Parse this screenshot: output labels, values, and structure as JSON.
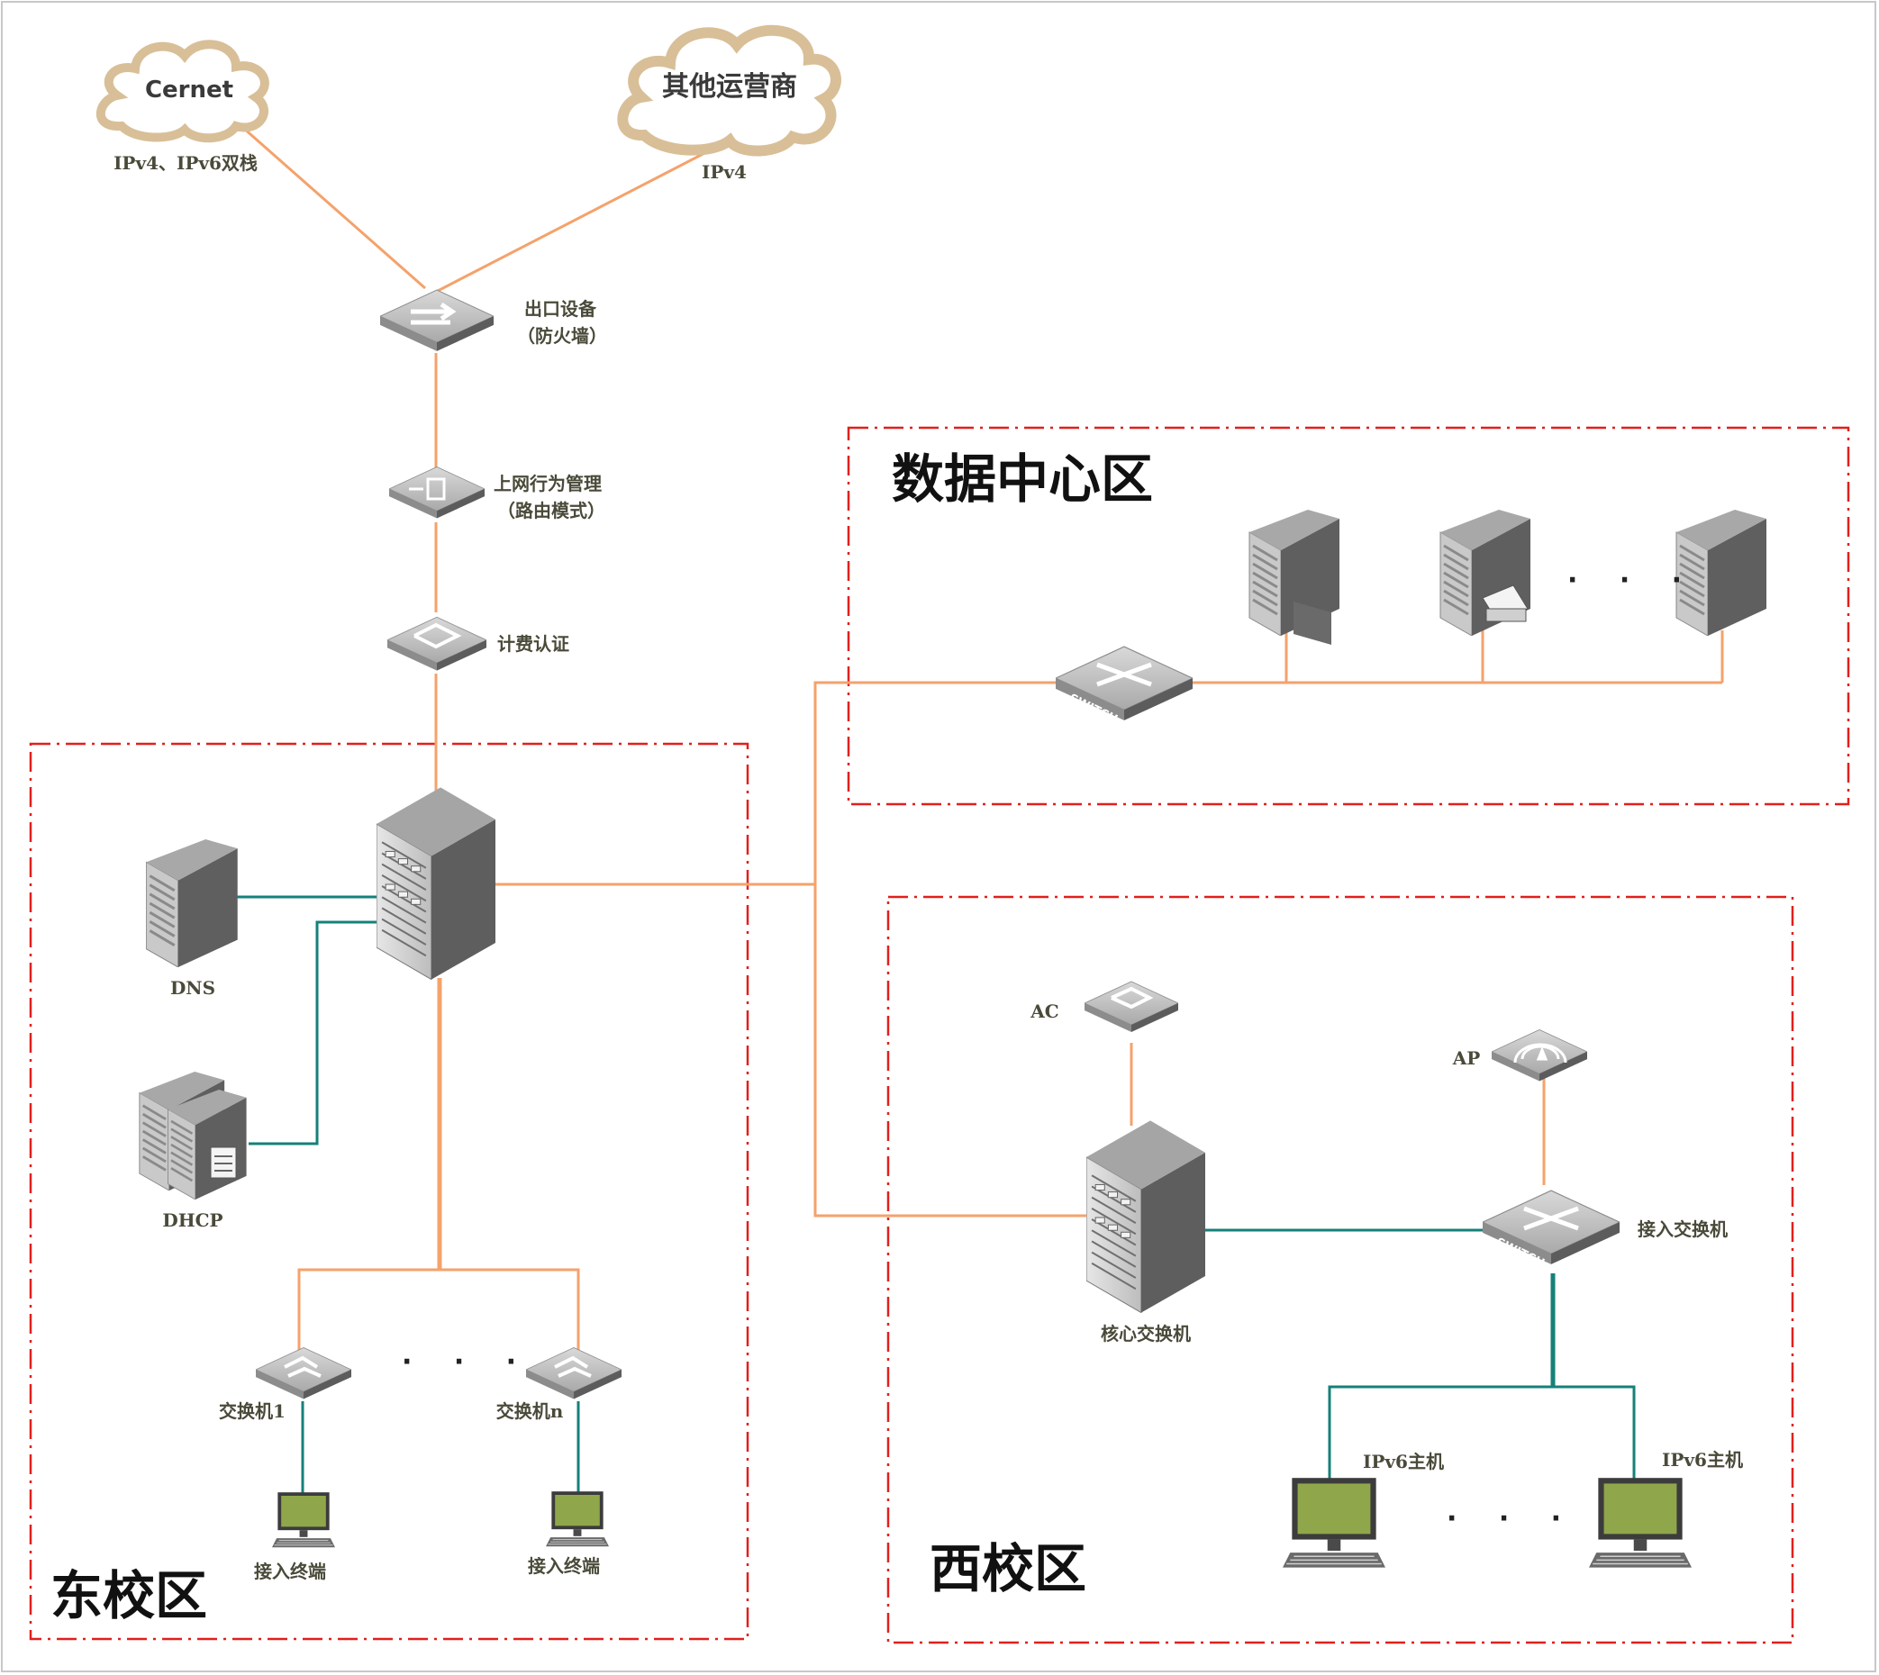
{
  "clouds": {
    "cernet": {
      "name": "Cernet",
      "note": "IPv4、IPv6双栈"
    },
    "other": {
      "name": "其他运营商",
      "note": "IPv4"
    }
  },
  "devices": {
    "firewall": {
      "line1": "出口设备",
      "line2": "（防火墙）"
    },
    "behavior": {
      "line1": "上网行为管理",
      "line2": "（路由模式）"
    },
    "billing": "计费认证",
    "dns": "DNS",
    "dhcp": "DHCP",
    "switch1": "交换机1",
    "switchn": "交换机n",
    "terminal1": "接入终端",
    "terminal2": "接入终端",
    "ac": "AC",
    "ap": "AP",
    "core_switch": "核心交换机",
    "access_switch": "接入交换机",
    "ipv6_host1": "IPv6主机",
    "ipv6_host2": "IPv6主机",
    "switch_badge": "SWITCH"
  },
  "zones": {
    "datacenter": "数据中心区",
    "east": "东校区",
    "west": "西校区"
  },
  "ellipsis": "· · ·",
  "colors": {
    "link_orange": "#f4a26b",
    "link_teal": "#16807a",
    "zone_border": "#e0201c",
    "cloud_edge": "#d8bf98",
    "terminal_screen": "#8fa74a"
  }
}
